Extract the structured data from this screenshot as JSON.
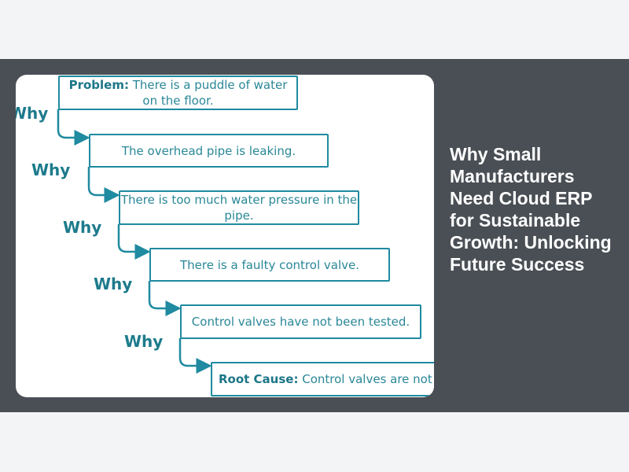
{
  "article": {
    "title": "Why Small Manufacturers Need Cloud ERP for Sustainable Growth: Unlocking Future Success"
  },
  "diagram": {
    "why_label": "Why",
    "steps": [
      {
        "prefix": "Problem:",
        "text": " There is a puddle of water on the floor."
      },
      {
        "prefix": "",
        "text": "The overhead pipe is leaking."
      },
      {
        "prefix": "",
        "text": "There is too much water pressure in the pipe."
      },
      {
        "prefix": "",
        "text": "There is a faulty control valve."
      },
      {
        "prefix": "",
        "text": "Control valves have not been tested."
      },
      {
        "prefix": "Root Cause:",
        "text": " Control valves are not on the maintenance schedule."
      }
    ],
    "colors": {
      "accent": "#1f8aa0",
      "label": "#1d7b8c"
    }
  }
}
